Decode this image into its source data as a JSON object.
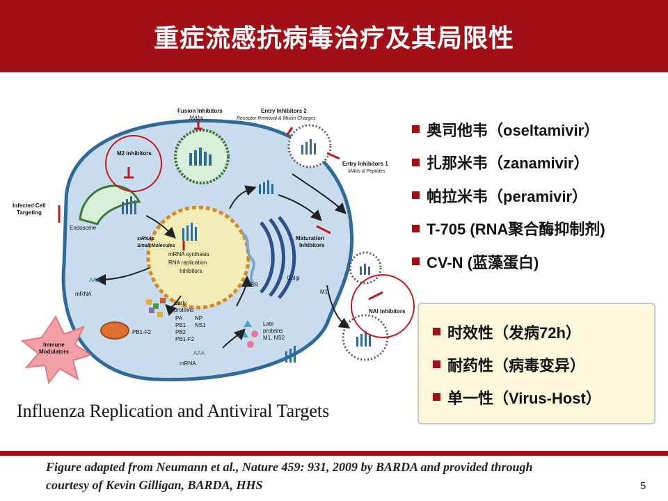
{
  "header": {
    "title": "重症流感抗病毒治疗及其局限性"
  },
  "figure": {
    "caption": "Influenza Replication and Antiviral Targets",
    "labels": {
      "fusion_inhibitors": "Fusion Inhibitors",
      "fusion_mabs": "MAbs",
      "entry2": "Entry Inhibitors 2",
      "entry2_sub": "Receptor Removal & Mucin Charges",
      "entry1": "Entry Inhibitors 1",
      "entry1_sub": "MAbs & Peptides",
      "m2": "M2 Inhibitors",
      "infected_cell_1": "Infected Cell",
      "infected_cell_2": "Targeting",
      "endosome": "Endosome",
      "sirnas": "siRNAs",
      "small_molecules": "Small Molecules",
      "mrna_synth_1": "mRNA synthesis",
      "mrna_synth_2": "RNA replication",
      "mrna_synth_3": "Inhibitors",
      "maturation_1": "Maturation",
      "maturation_2": "Inhibitors",
      "golgi": "Golgi",
      "er": "ER",
      "m1": "M1",
      "nai": "NAI Inhibitors",
      "aaa_top": "AAA",
      "mrna_left": "mRNA",
      "early_1": "Early",
      "early_2": "proteins",
      "early_pa": "PA",
      "early_np": "NP",
      "early_pb1": "PB1",
      "early_ns1": "NS1",
      "early_pb2": "PB2",
      "early_pb1f2": "PB1-F2",
      "late_1": "Late",
      "late_2": "proteins",
      "late_3": "M1, NS2",
      "aaa_bottom": "AAA",
      "mrna_bottom": "mRNA",
      "pb1f2_mito": "PB1-F2",
      "immune_1": "Immune",
      "immune_2": "Modulators"
    }
  },
  "drugs": [
    "奥司他韦（oseltamivir）",
    "扎那米韦（zanamivir）",
    "帕拉米韦（peramivir）",
    "T-705 (RNA聚合酶抑制剂)",
    "CV-N (蓝藻蛋白)"
  ],
  "limitations": [
    "时效性（发病72h）",
    "耐药性（病毒变异）",
    "单一性（Virus-Host）"
  ],
  "footer": {
    "citation_line1": "Figure adapted from Neumann et al., Nature 459: 931, 2009 by BARDA and provided through",
    "citation_line2": "courtesy of Kevin Gilligan, BARDA, HHS",
    "page_number": "5"
  },
  "colors": {
    "accent": "#a01016",
    "cell": "#c9dced",
    "nucleus": "#f2ecb6",
    "highlight_box": "#fbf8dc"
  }
}
